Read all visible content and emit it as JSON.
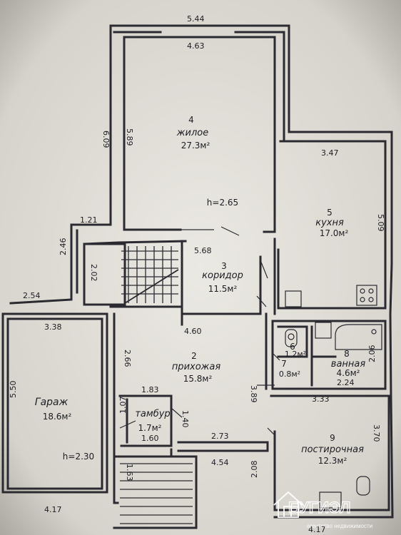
{
  "colors": {
    "paper": "#d9d6cf",
    "ink": "#1d1d24",
    "wall": "#2a2a30",
    "watermark": "#ffffff"
  },
  "rooms": {
    "living": {
      "number": "4",
      "name": "жилое",
      "area": "27.3м²"
    },
    "kitchen": {
      "number": "5",
      "name": "кухня",
      "area": "17.0м²"
    },
    "corridor": {
      "number": "3",
      "name": "коридор",
      "area": "11.5м²"
    },
    "hall": {
      "number": "2",
      "name": "прихожая",
      "area": "15.8м²"
    },
    "garage": {
      "name": "Гараж",
      "area": "18.6м²"
    },
    "vestibule": {
      "name": "тамбур",
      "area": "1.7м²"
    },
    "wc": {
      "number": "6",
      "area": "1.2м²"
    },
    "bathroom": {
      "number": "8",
      "name": "ванная",
      "area": "4.6м²"
    },
    "laundry": {
      "number": "9",
      "name": "постирочная",
      "area": "12.3м²"
    },
    "closet": {
      "number": "7",
      "area": "0.8м²"
    }
  },
  "heights": {
    "main": "h=2.65",
    "garage": "h=2.30"
  },
  "dimensions": {
    "top_outer": "5.44",
    "top_inner": "4.63",
    "living_left_outer": "6.09",
    "living_left_inner": "5.89",
    "kitchen_top": "3.47",
    "kitchen_right": "5.09",
    "stair_step": "1.21",
    "stair_left_outer": "2.46",
    "stair_left_inner": "2.02",
    "stair_top": "5.68",
    "garage_offset": "2.54",
    "garage_top": "3.38",
    "garage_left": "5.50",
    "garage_bottom": "4.17",
    "corridor_bottom": "4.60",
    "hall_left": "2.66",
    "hall_right": "3.89",
    "vestibule_top": "1.83",
    "vestibule_left": "1.07",
    "vestibule_bottom": "1.60",
    "vestibule_right": "1.40",
    "hall_bottom": "2.73",
    "stair2_bottom": "4.54",
    "stair2_left": "1.63",
    "laundry_left": "2.08",
    "bathroom_bottom": "2.24",
    "bathroom_right": "2.06",
    "laundry_top": "3.33",
    "laundry_right": "3.70",
    "laundry_bottom": "4.17"
  },
  "watermark": {
    "brand": "БУГИЭЛ",
    "tagline": "агентство недвижимости"
  }
}
